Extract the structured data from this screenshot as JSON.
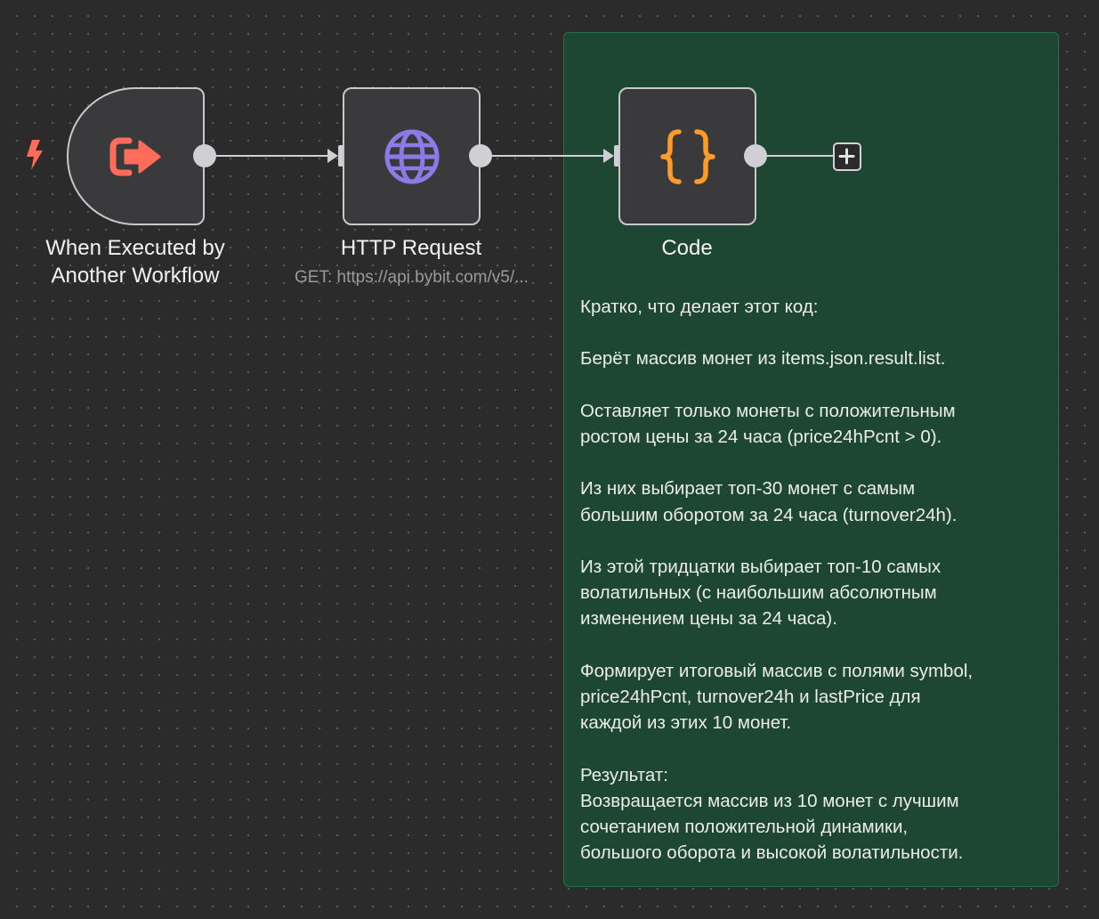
{
  "nodes": [
    {
      "title_line1": "When Executed by",
      "title_line2": "Another Workflow",
      "icon": "sign-out-arrow-icon",
      "icon_color": "#ff6d5a"
    },
    {
      "title": "HTTP Request",
      "subtitle": "GET: https://api.bybit.com/v5/...",
      "icon": "globe-icon",
      "icon_color": "#8c7ae6"
    },
    {
      "title": "Code",
      "icon": "curly-braces-icon",
      "icon_color": "#ff9b26"
    }
  ],
  "trigger_badge_icon": "lightning-bolt-icon",
  "add_node_icon": "plus-icon",
  "sticky_note": {
    "background": "#1e4733",
    "paragraphs": [
      [
        "Кратко, что делает этот код:"
      ],
      [
        "Берёт массив монет из items.json.result.list."
      ],
      [
        "Оставляет только монеты с положительным",
        "ростом цены за 24 часа (price24hPcnt > 0)."
      ],
      [
        "Из них выбирает топ-30 монет с самым",
        "большим оборотом за 24 часа (turnover24h)."
      ],
      [
        "Из этой тридцатки выбирает топ-10 самых",
        "волатильных (с наибольшим абсолютным",
        "изменением цены за 24 часа)."
      ],
      [
        "Формирует итоговый массив с полями symbol,",
        "price24hPcnt, turnover24h и lastPrice для",
        "каждой из этих 10 монет."
      ],
      [
        "Результат:",
        "Возвращается массив из 10 монет с лучшим",
        "сочетанием положительной динамики,",
        "большого оборота и высокой волатильности."
      ]
    ]
  },
  "colors": {
    "canvas_background": "#2b2b2b",
    "node_background": "#3a3a3c",
    "node_border": "#c7c7cc",
    "connection": "#cfcfd4"
  }
}
